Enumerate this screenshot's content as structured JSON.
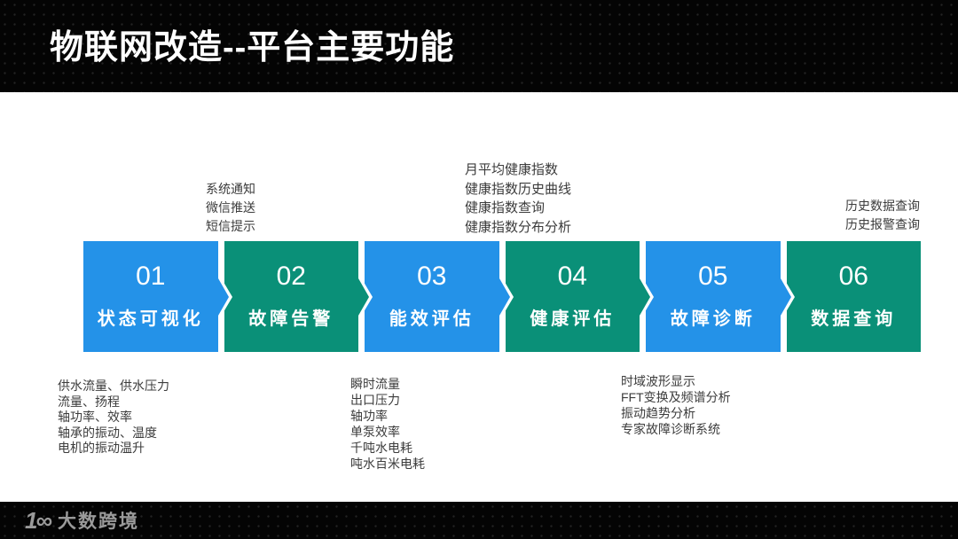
{
  "header": {
    "title": "物联网改造--平台主要功能"
  },
  "steps": [
    {
      "number": "01",
      "label": "状态可视化",
      "color": "#2492e8"
    },
    {
      "number": "02",
      "label": "故障告警",
      "color": "#0a9078"
    },
    {
      "number": "03",
      "label": "能效评估",
      "color": "#2492e8"
    },
    {
      "number": "04",
      "label": "健康评估",
      "color": "#0a9078"
    },
    {
      "number": "05",
      "label": "故障诊断",
      "color": "#2492e8"
    },
    {
      "number": "06",
      "label": "数据查询",
      "color": "#0a9078"
    }
  ],
  "annotations": {
    "top": [
      {
        "lines": [
          "系统通知",
          "微信推送",
          "短信提示"
        ]
      },
      {
        "lines": [
          "月平均健康指数",
          "健康指数历史曲线",
          "健康指数查询",
          "健康指数分布分析"
        ]
      },
      {
        "lines": [
          "历史数据查询",
          "历史报警查询"
        ]
      }
    ],
    "bottom": [
      {
        "lines": [
          "供水流量、供水压力",
          "流量、扬程",
          "轴功率、效率",
          "轴承的振动、温度",
          "电机的振动温升"
        ]
      },
      {
        "lines": [
          "瞬时流量",
          "出口压力",
          "轴功率",
          "单泵效率",
          "千吨水电耗",
          "吨水百米电耗"
        ]
      },
      {
        "lines": [
          "时域波形显示",
          "FFT变换及频谱分析",
          "振动趋势分析",
          "专家故障诊断系统"
        ]
      }
    ]
  },
  "footer": {
    "logo_mark": "1∞",
    "logo_text": "大数跨境"
  },
  "colors": {
    "step_blue": "#2492e8",
    "step_green": "#0a9078",
    "annotation_text": "#3c3c3c",
    "bar_background": "#040404",
    "logo_gray": "#9a9a9a"
  }
}
